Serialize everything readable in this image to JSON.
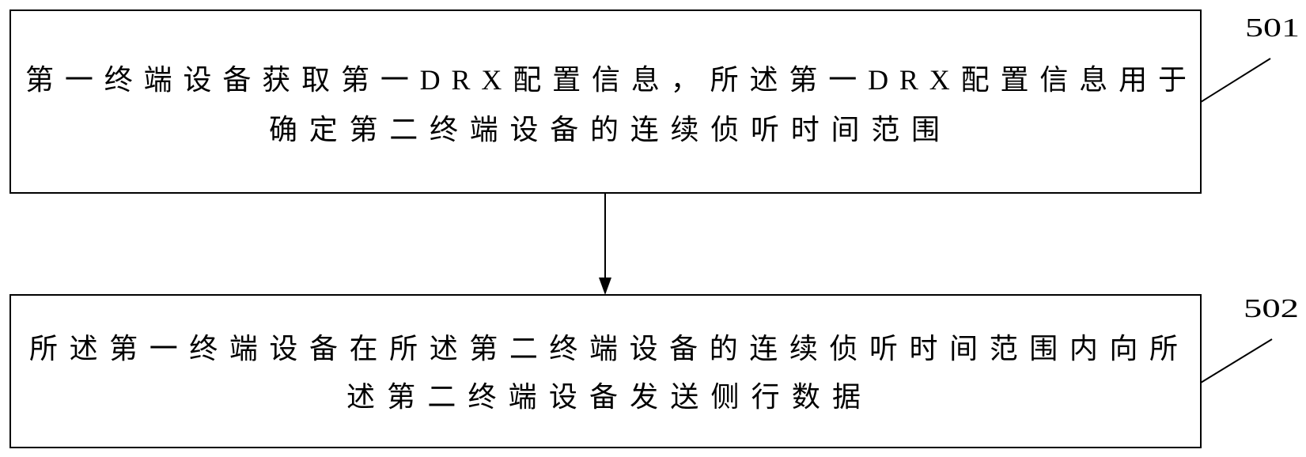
{
  "steps": [
    {
      "label": "501",
      "lines": [
        "第一终端设备获取第一DRX配置信息，所述第一DRX配置信息用于",
        "确定第二终端设备的连续侦听时间范围"
      ]
    },
    {
      "label": "502",
      "lines": [
        "所述第一终端设备在所述第二终端设备的连续侦听时间范围内向所",
        "述第二终端设备发送侧行数据"
      ]
    }
  ]
}
